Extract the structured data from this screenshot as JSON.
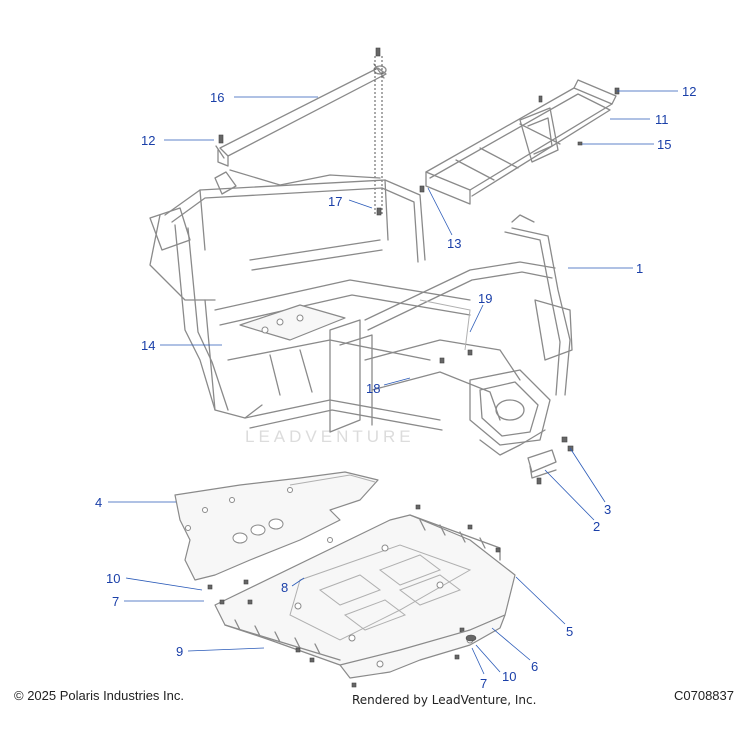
{
  "colors": {
    "callout": "#1a3fa8",
    "leader": "#2a5ab8",
    "linework": "#8a8a8a",
    "footer_text": "#222222"
  },
  "callouts": [
    {
      "id": "c16",
      "label": "16",
      "part": "rear-brace-tube"
    },
    {
      "id": "c12a",
      "label": "12",
      "part": "bolt"
    },
    {
      "id": "c17",
      "label": "17",
      "part": "fastener"
    },
    {
      "id": "c12b",
      "label": "12",
      "part": "bolt"
    },
    {
      "id": "c11",
      "label": "11",
      "part": "rear-frame-extension"
    },
    {
      "id": "c15",
      "label": "15",
      "part": "nut"
    },
    {
      "id": "c13",
      "label": "13",
      "part": "bolt"
    },
    {
      "id": "c1",
      "label": "1",
      "part": "main-frame"
    },
    {
      "id": "c19",
      "label": "19",
      "part": "fastener"
    },
    {
      "id": "c14",
      "label": "14",
      "part": "frame-tube"
    },
    {
      "id": "c18",
      "label": "18",
      "part": "fastener"
    },
    {
      "id": "c3",
      "label": "3",
      "part": "fastener"
    },
    {
      "id": "c2",
      "label": "2",
      "part": "bracket"
    },
    {
      "id": "c4",
      "label": "4",
      "part": "rear-skid-plate"
    },
    {
      "id": "c8",
      "label": "8",
      "part": "fastener"
    },
    {
      "id": "c10a",
      "label": "10",
      "part": "washer"
    },
    {
      "id": "c7a",
      "label": "7",
      "part": "screw"
    },
    {
      "id": "c9",
      "label": "9",
      "part": "skid-plate-fastener"
    },
    {
      "id": "c5",
      "label": "5",
      "part": "front-skid-plate"
    },
    {
      "id": "c6",
      "label": "6",
      "part": "front-skid-guard"
    },
    {
      "id": "c10b",
      "label": "10",
      "part": "washer"
    },
    {
      "id": "c7b",
      "label": "7",
      "part": "screw"
    }
  ],
  "footer": {
    "copyright": "© 2025 Polaris Industries Inc.",
    "rendered_by": "Rendered by LeadVenture, Inc.",
    "part_code": "C0708837"
  },
  "watermark": "LEADVENTURE"
}
